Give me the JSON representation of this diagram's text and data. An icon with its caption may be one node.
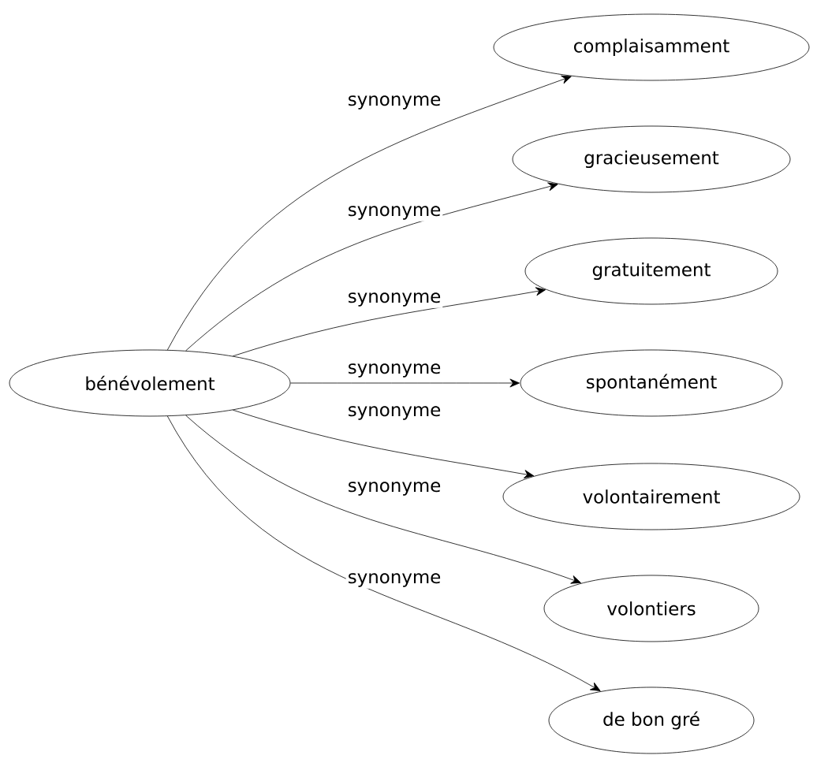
{
  "diagram": {
    "nodes": [
      {
        "text": [
          "bénévolement"
        ]
      },
      {
        "text": [
          "complaisamment"
        ]
      },
      {
        "text": [
          "gracieusement"
        ]
      },
      {
        "text": [
          "gratuitement"
        ]
      },
      {
        "text": [
          "spontanément"
        ]
      },
      {
        "text": [
          "volontairement"
        ]
      },
      {
        "text": [
          "volontiers"
        ]
      },
      {
        "text": [
          "de bon gré"
        ]
      }
    ],
    "edges": [
      {
        "from": 0,
        "to": 1,
        "arrow": "to",
        "label": "synonyme"
      },
      {
        "from": 0,
        "to": 2,
        "arrow": "to",
        "label": "synonyme"
      },
      {
        "from": 0,
        "to": 3,
        "arrow": "to",
        "label": "synonyme"
      },
      {
        "from": 0,
        "to": 4,
        "arrow": "to",
        "label": "synonyme"
      },
      {
        "from": 0,
        "to": 5,
        "arrow": "to",
        "label": "synonyme"
      },
      {
        "from": 0,
        "to": 6,
        "arrow": "to",
        "label": "synonyme"
      },
      {
        "from": 0,
        "to": 7,
        "arrow": "to",
        "label": "synonyme"
      }
    ]
  }
}
